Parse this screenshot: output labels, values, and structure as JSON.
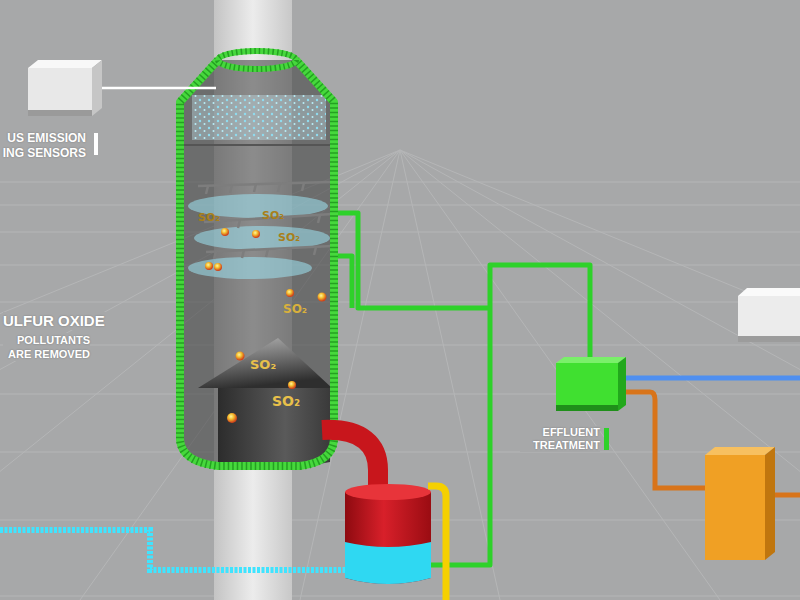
{
  "diagram": {
    "nodes": [
      {
        "text": [
          "US EMISSION ING SENSORS"
        ]
      },
      {
        "text": [
          "EFFLUENT TREATMENT"
        ]
      }
    ],
    "labels": [
      "ULFUR OXIDE",
      "POLLUTANTS ARE REMOVED",
      "SO₂",
      "SO₂",
      "SO₂",
      "SO₂",
      "SO₂",
      "SO₂"
    ]
  }
}
